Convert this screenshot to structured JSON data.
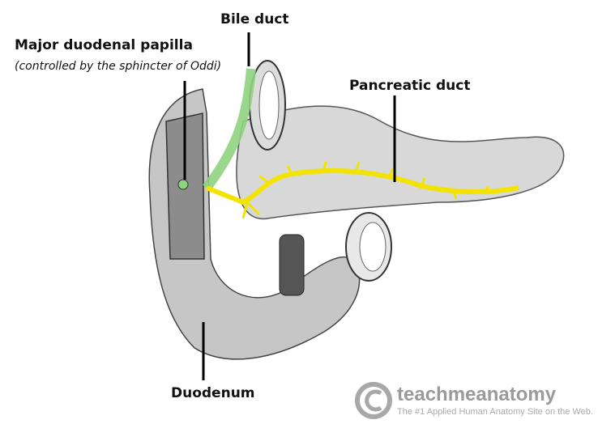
{
  "labels": {
    "bile_duct": "Bile duct",
    "papilla": "Major duodenal papilla",
    "papilla_note": "(controlled by the sphincter of Oddi)",
    "pancreatic_duct": "Pancreatic duct",
    "duodenum": "Duodenum"
  },
  "logo": {
    "icon": "copyright-icon",
    "name": "teachmeanatomy",
    "tagline": "The #1 Applied Human Anatomy Site on the Web."
  },
  "colors": {
    "bile_duct": "#8fd37f",
    "pancreatic_duct": "#f2e400",
    "tissue": "#bdbdbd",
    "logo": "#9a9a9a"
  }
}
